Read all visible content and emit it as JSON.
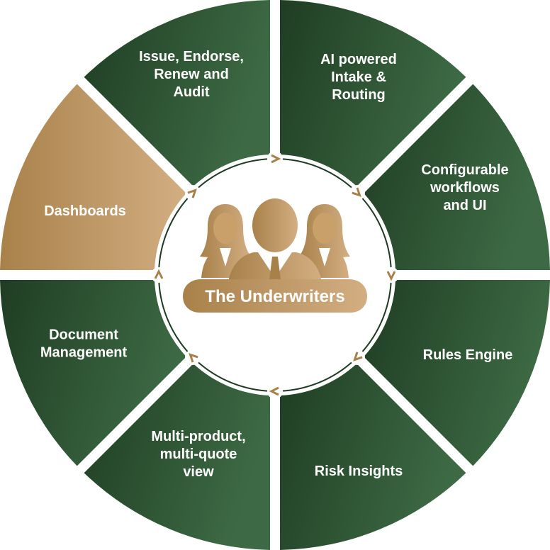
{
  "colors": {
    "segment_dark": "#1f3d23",
    "segment_light": "#3d6a44",
    "highlight_dark": "#a8814a",
    "highlight_light": "#d3ae82",
    "text": "#ffffff",
    "ring_line": "#1e3a22",
    "background": "#ffffff"
  },
  "center": {
    "title": "The Underwriters",
    "icon": "underwriters-team-icon"
  },
  "segments": [
    {
      "id": "ai-intake",
      "lines": [
        "AI powered",
        "Intake &",
        "Routing"
      ],
      "highlighted": false
    },
    {
      "id": "configurable-workflows",
      "lines": [
        "Configurable",
        "workflows",
        "and UI"
      ],
      "highlighted": false
    },
    {
      "id": "rules-engine",
      "lines": [
        "Rules Engine"
      ],
      "highlighted": false
    },
    {
      "id": "risk-insights",
      "lines": [
        "Risk Insights"
      ],
      "highlighted": false
    },
    {
      "id": "multi-product",
      "lines": [
        "Multi-product,",
        "multi-quote",
        "view"
      ],
      "highlighted": false
    },
    {
      "id": "document-management",
      "lines": [
        "Document",
        "Management"
      ],
      "highlighted": false
    },
    {
      "id": "dashboards",
      "lines": [
        "Dashboards"
      ],
      "highlighted": true
    },
    {
      "id": "issue-endorse",
      "lines": [
        "Issue, Endorse,",
        "Renew and",
        "Audit"
      ],
      "highlighted": false
    }
  ]
}
